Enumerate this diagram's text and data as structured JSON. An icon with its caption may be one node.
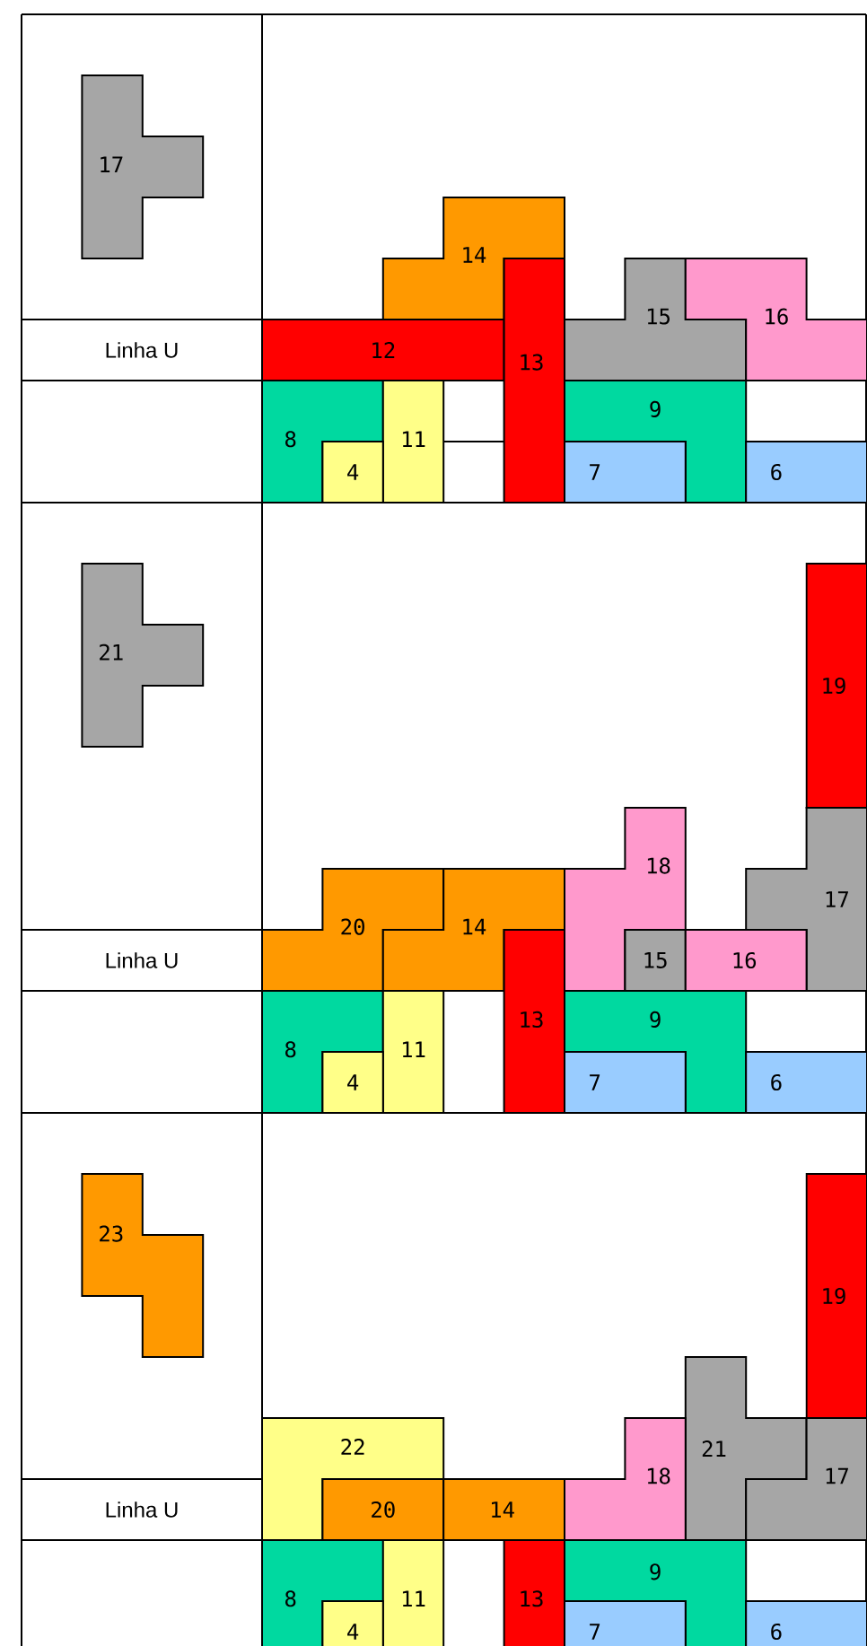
{
  "diagram": {
    "nodes": [
      {
        "text": [
          "17"
        ]
      },
      {
        "text": [
          "14"
        ]
      },
      {
        "text": [
          "15"
        ]
      },
      {
        "text": [
          "16"
        ]
      },
      {
        "text": [
          "12"
        ]
      },
      {
        "text": [
          "13"
        ]
      },
      {
        "text": [
          "9"
        ]
      },
      {
        "text": [
          "8"
        ]
      },
      {
        "text": [
          "11"
        ]
      },
      {
        "text": [
          "4"
        ]
      },
      {
        "text": [
          "7"
        ]
      },
      {
        "text": [
          "6"
        ]
      },
      {
        "text": [
          "21"
        ]
      },
      {
        "text": [
          "19"
        ]
      },
      {
        "text": [
          "18"
        ]
      },
      {
        "text": [
          "17"
        ]
      },
      {
        "text": [
          "20"
        ]
      },
      {
        "text": [
          "14"
        ]
      },
      {
        "text": [
          "15"
        ]
      },
      {
        "text": [
          "16"
        ]
      },
      {
        "text": [
          "13"
        ]
      },
      {
        "text": [
          "9"
        ]
      },
      {
        "text": [
          "8"
        ]
      },
      {
        "text": [
          "11"
        ]
      },
      {
        "text": [
          "4"
        ]
      },
      {
        "text": [
          "7"
        ]
      },
      {
        "text": [
          "6"
        ]
      },
      {
        "text": [
          "23"
        ]
      },
      {
        "text": [
          "19"
        ]
      },
      {
        "text": [
          "21"
        ]
      },
      {
        "text": [
          "22"
        ]
      },
      {
        "text": [
          "18"
        ]
      },
      {
        "text": [
          "17"
        ]
      },
      {
        "text": [
          "20"
        ]
      },
      {
        "text": [
          "14"
        ]
      },
      {
        "text": [
          "13"
        ]
      },
      {
        "text": [
          "9"
        ]
      },
      {
        "text": [
          "8"
        ]
      },
      {
        "text": [
          "11"
        ]
      },
      {
        "text": [
          "4"
        ]
      },
      {
        "text": [
          "7"
        ]
      },
      {
        "text": [
          "6"
        ]
      }
    ],
    "labels": [
      "Linha U",
      "Linha U",
      "Linha U"
    ]
  }
}
